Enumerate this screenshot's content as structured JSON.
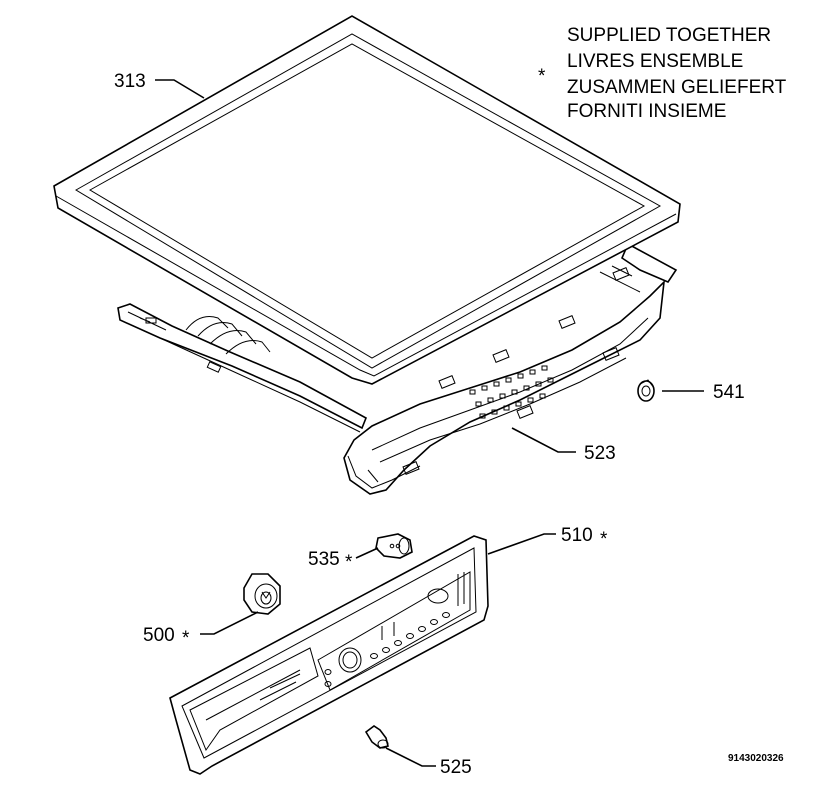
{
  "legend": {
    "marker": "*",
    "lines": [
      "SUPPLIED TOGETHER",
      "LIVRES ENSEMBLE",
      "ZUSAMMEN GELIEFERT",
      "FORNITI INSIEME"
    ]
  },
  "parts": [
    {
      "id": "313",
      "label": "313"
    },
    {
      "id": "541",
      "label": "541"
    },
    {
      "id": "523",
      "label": "523"
    },
    {
      "id": "510",
      "label": "510",
      "mark": "*"
    },
    {
      "id": "535",
      "label": "535",
      "mark": "*"
    },
    {
      "id": "500",
      "label": "500",
      "mark": "*"
    },
    {
      "id": "525",
      "label": "525"
    }
  ],
  "drawing_code": "9143020326"
}
